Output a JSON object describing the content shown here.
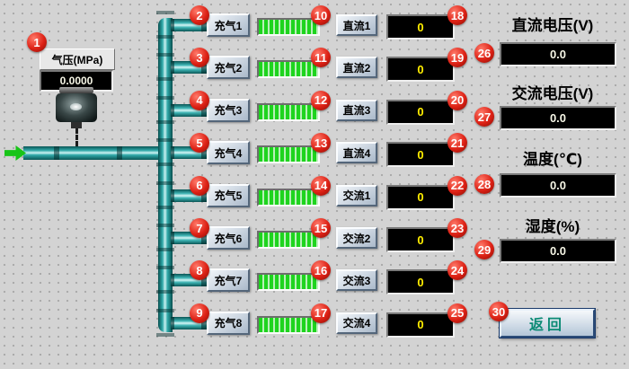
{
  "pressure": {
    "badge": "1",
    "label": "气压(MPa)",
    "value": "0.0000"
  },
  "rows": [
    {
      "badge_left": "2",
      "charge_label": "充气1",
      "badge_mid": "10",
      "output_label": "直流1",
      "value": "0",
      "badge_right": "18"
    },
    {
      "badge_left": "3",
      "charge_label": "充气2",
      "badge_mid": "11",
      "output_label": "直流2",
      "value": "0",
      "badge_right": "19"
    },
    {
      "badge_left": "4",
      "charge_label": "充气3",
      "badge_mid": "12",
      "output_label": "直流3",
      "value": "0",
      "badge_right": "20"
    },
    {
      "badge_left": "5",
      "charge_label": "充气4",
      "badge_mid": "13",
      "output_label": "直流4",
      "value": "0",
      "badge_right": "21"
    },
    {
      "badge_left": "6",
      "charge_label": "充气5",
      "badge_mid": "14",
      "output_label": "交流1",
      "value": "0",
      "badge_right": "22"
    },
    {
      "badge_left": "7",
      "charge_label": "充气6",
      "badge_mid": "15",
      "output_label": "交流2",
      "value": "0",
      "badge_right": "23"
    },
    {
      "badge_left": "8",
      "charge_label": "充气7",
      "badge_mid": "16",
      "output_label": "交流3",
      "value": "0",
      "badge_right": "24"
    },
    {
      "badge_left": "9",
      "charge_label": "充气8",
      "badge_mid": "17",
      "output_label": "交流4",
      "value": "0",
      "badge_right": "25"
    }
  ],
  "right_panel": {
    "sections": [
      {
        "badge": "26",
        "label": "直流电压(V)",
        "value": "0.0"
      },
      {
        "badge": "27",
        "label": "交流电压(V)",
        "value": "0.0"
      },
      {
        "badge": "28",
        "label": "温度(℃)",
        "value": "0.0"
      },
      {
        "badge": "29",
        "label": "湿度(%)",
        "value": "0.0"
      }
    ],
    "return_button": {
      "badge": "30",
      "label": "返回"
    }
  },
  "icons": {
    "flow_arrow": "right-arrow",
    "pump": "gas-pump-valve"
  },
  "colors": {
    "badge_red": "#dd2115",
    "pipe_teal": "#0e8080",
    "bar_green": "#1ed41e",
    "display_text_yellow": "#ffee00",
    "background": "#d3d3d3"
  }
}
